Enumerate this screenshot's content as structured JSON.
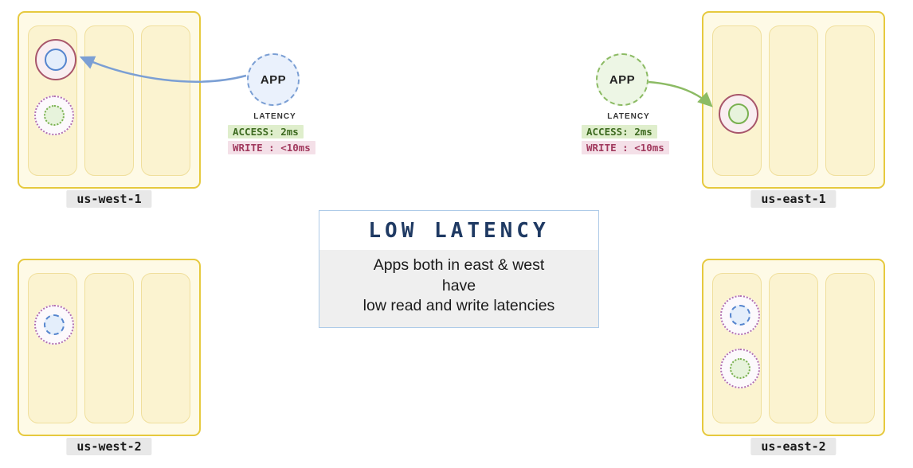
{
  "regions": {
    "us_west_1": {
      "label": "us-west-1"
    },
    "us_east_1": {
      "label": "us-east-1"
    },
    "us_west_2": {
      "label": "us-west-2"
    },
    "us_east_2": {
      "label": "us-east-2"
    }
  },
  "apps": {
    "west": {
      "label": "APP",
      "latency_title": "LATENCY",
      "access": "ACCESS: 2ms",
      "write": "WRITE : <10ms"
    },
    "east": {
      "label": "APP",
      "latency_title": "LATENCY",
      "access": "ACCESS: 2ms",
      "write": "WRITE : <10ms"
    }
  },
  "callout": {
    "title": "LOW LATENCY",
    "line1": "Apps both in east & west",
    "line2": "have",
    "line3": "low read and write latencies"
  },
  "icons": {
    "db_leader_west": "solid-ring-blue-core",
    "db_leader_east": "solid-ring-green-core",
    "db_replica_west": "dotted-ring-blue-core",
    "db_replica_east": "dotted-ring-green-core"
  },
  "colors": {
    "region_border": "#E6C93E",
    "region_fill": "#FEFAE6",
    "column_fill": "#FBF3D0",
    "column_border": "#F0DF9C",
    "label_bg": "#E8E8E8",
    "label_text": "#1A1A1A",
    "leader_ring": "#A8566B",
    "replica_ring": "#B271B2",
    "blue_core_border": "#5585CE",
    "blue_core_fill": "#E4EEFB",
    "green_core_border": "#79B050",
    "green_core_fill": "#E7F3DC",
    "app_blue_border": "#7B9FD4",
    "app_blue_fill": "#EAF1FC",
    "app_green_border": "#8CBB64",
    "app_green_fill": "#EDF6E5",
    "access_bg": "#DFEECC",
    "access_text": "#3E6B21",
    "write_bg": "#F4E0E8",
    "write_text": "#A13A5E",
    "callout_border": "#AECBE8",
    "callout_title": "#1F3A63",
    "callout_body_bg": "#EFEFEF",
    "arrow_west": "#7B9FD4",
    "arrow_east": "#8CBB64"
  }
}
